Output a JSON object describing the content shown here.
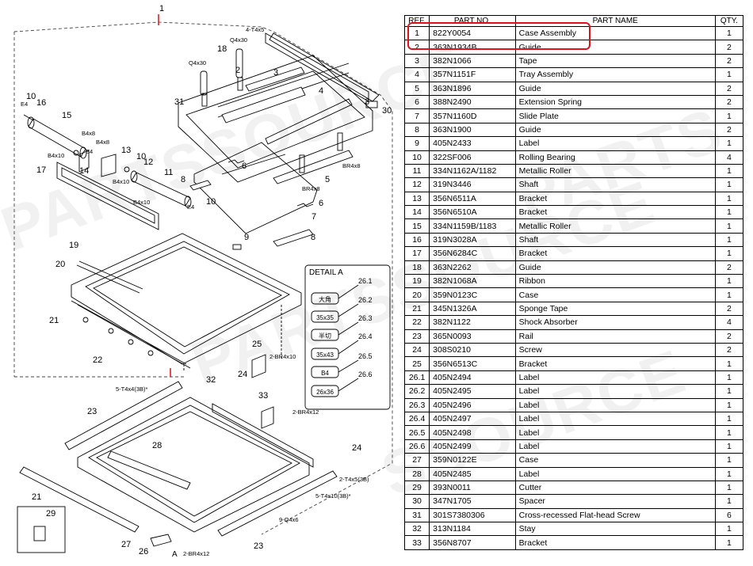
{
  "figure": {
    "assembly_ref": "1",
    "callouts": {
      "c1": "1",
      "c2": "2",
      "c3a": "3",
      "c3b": "3",
      "c4": "4",
      "c5": "5",
      "c6a": "6",
      "c6b": "6",
      "c7": "7",
      "c8a": "8",
      "c8b": "8",
      "c9": "9",
      "c10a": "10",
      "c10b": "10",
      "c10c": "10",
      "c11": "11",
      "c12": "12",
      "c13": "13",
      "c14": "14",
      "c15": "15",
      "c16": "16",
      "c17": "17",
      "c18": "18",
      "c19": "19",
      "c20": "20",
      "c21a": "21",
      "c21b": "21",
      "c22": "22",
      "c23a": "23",
      "c23b": "23",
      "c24a": "24",
      "c24b": "24",
      "c25": "25",
      "c26": "26",
      "c27": "27",
      "c28": "28",
      "c29": "29",
      "c30": "30",
      "c31": "31",
      "c32": "32",
      "c33": "33"
    },
    "screw_labels": {
      "s_4t4x5": "4-T4x5",
      "s_q4x30a": "Q4x30",
      "s_q4x30b": "Q4x30",
      "s_e4a": "E4",
      "s_e4b": "E4",
      "s_e4c": "E4",
      "s_b4x8a": "B4x8",
      "s_b4x8b": "B4x8",
      "s_b4x10a": "B4x10",
      "s_b4x10b": "B4x10",
      "s_b4x10c": "B4x10",
      "s_br4x8a": "BR4x8",
      "s_br4x8b": "BR4x8",
      "s_2br4x10": "2-BR4x10",
      "s_5t4x4": "5-T4x4(3B)*",
      "s_2br4x12a": "2-BR4x12",
      "s_2t4x5": "2-T4x5(3B)",
      "s_5t4x10": "5-T4x10(3B)*",
      "s_9q4x6": "9-Q4x6",
      "s_2br4x12b": "2-BR4x12",
      "s_a": "A"
    },
    "detail": {
      "title": "DETAIL A",
      "labels": [
        {
          "ref": "26.1",
          "text": "大角"
        },
        {
          "ref": "26.2",
          "text": "35x35"
        },
        {
          "ref": "26.3",
          "text": "半切"
        },
        {
          "ref": "26.4",
          "text": "35x43"
        },
        {
          "ref": "26.5",
          "text": "B4"
        },
        {
          "ref": "26.6",
          "text": "26x36"
        }
      ]
    }
  },
  "table": {
    "headers": {
      "ref": "REF.",
      "part_no": "PART NO.",
      "part_name": "PART NAME",
      "qty": "QTY."
    },
    "rows": [
      {
        "ref": "1",
        "part_no": "822Y0054",
        "name": "Case Assembly",
        "qty": "1"
      },
      {
        "ref": "2",
        "part_no": "363N1934B",
        "name": "Guide",
        "qty": "2"
      },
      {
        "ref": "3",
        "part_no": "382N1066",
        "name": "Tape",
        "qty": "2"
      },
      {
        "ref": "4",
        "part_no": "357N1151F",
        "name": "Tray Assembly",
        "qty": "1"
      },
      {
        "ref": "5",
        "part_no": "363N1896",
        "name": "Guide",
        "qty": "2"
      },
      {
        "ref": "6",
        "part_no": "388N2490",
        "name": "Extension Spring",
        "qty": "2"
      },
      {
        "ref": "7",
        "part_no": "357N1160D",
        "name": "Slide Plate",
        "qty": "1"
      },
      {
        "ref": "8",
        "part_no": "363N1900",
        "name": "Guide",
        "qty": "2"
      },
      {
        "ref": "9",
        "part_no": "405N2433",
        "name": "Label",
        "qty": "1"
      },
      {
        "ref": "10",
        "part_no": "322SF006",
        "name": "Rolling Bearing",
        "qty": "4"
      },
      {
        "ref": "11",
        "part_no": "334N1162A/1182",
        "name": "Metallic Roller",
        "qty": "1"
      },
      {
        "ref": "12",
        "part_no": "319N3446",
        "name": "Shaft",
        "qty": "1"
      },
      {
        "ref": "13",
        "part_no": "356N6511A",
        "name": "Bracket",
        "qty": "1"
      },
      {
        "ref": "14",
        "part_no": "356N6510A",
        "name": "Bracket",
        "qty": "1"
      },
      {
        "ref": "15",
        "part_no": "334N1159B/1183",
        "name": "Metallic Roller",
        "qty": "1"
      },
      {
        "ref": "16",
        "part_no": "319N3028A",
        "name": "Shaft",
        "qty": "1"
      },
      {
        "ref": "17",
        "part_no": "356N6284C",
        "name": "Bracket",
        "qty": "1"
      },
      {
        "ref": "18",
        "part_no": "363N2262",
        "name": "Guide",
        "qty": "2"
      },
      {
        "ref": "19",
        "part_no": "382N1068A",
        "name": "Ribbon",
        "qty": "1"
      },
      {
        "ref": "20",
        "part_no": "359N0123C",
        "name": "Case",
        "qty": "1"
      },
      {
        "ref": "21",
        "part_no": "345N1326A",
        "name": "Sponge Tape",
        "qty": "2"
      },
      {
        "ref": "22",
        "part_no": "382N1122",
        "name": "Shock Absorber",
        "qty": "4"
      },
      {
        "ref": "23",
        "part_no": "365N0093",
        "name": "Rail",
        "qty": "2"
      },
      {
        "ref": "24",
        "part_no": "308S0210",
        "name": "Screw",
        "qty": "2"
      },
      {
        "ref": "25",
        "part_no": "356N6513C",
        "name": "Bracket",
        "qty": "1"
      },
      {
        "ref": "26.1",
        "part_no": "405N2494",
        "name": "Label",
        "qty": "1"
      },
      {
        "ref": "26.2",
        "part_no": "405N2495",
        "name": "Label",
        "qty": "1"
      },
      {
        "ref": "26.3",
        "part_no": "405N2496",
        "name": "Label",
        "qty": "1"
      },
      {
        "ref": "26.4",
        "part_no": "405N2497",
        "name": "Label",
        "qty": "1"
      },
      {
        "ref": "26.5",
        "part_no": "405N2498",
        "name": "Label",
        "qty": "1"
      },
      {
        "ref": "26.6",
        "part_no": "405N2499",
        "name": "Label",
        "qty": "1"
      },
      {
        "ref": "27",
        "part_no": "359N0122E",
        "name": "Case",
        "qty": "1"
      },
      {
        "ref": "28",
        "part_no": "405N2485",
        "name": "Label",
        "qty": "1"
      },
      {
        "ref": "29",
        "part_no": "393N0011",
        "name": "Cutter",
        "qty": "1"
      },
      {
        "ref": "30",
        "part_no": "347N1705",
        "name": "Spacer",
        "qty": "1"
      },
      {
        "ref": "31",
        "part_no": "301S7380306",
        "name": "Cross-recessed Flat-head Screw",
        "qty": "6"
      },
      {
        "ref": "32",
        "part_no": "313N1184",
        "name": "Stay",
        "qty": "1"
      },
      {
        "ref": "33",
        "part_no": "356N8707",
        "name": "Bracket",
        "qty": "1"
      }
    ]
  },
  "watermark": {
    "text_a": "PARTSSOURCE",
    "text_b": "PARTS",
    "text_c": "SSOURCE"
  },
  "colors": {
    "highlight": "#e0101a",
    "line": "#000000",
    "hidden_line": "#555555"
  }
}
